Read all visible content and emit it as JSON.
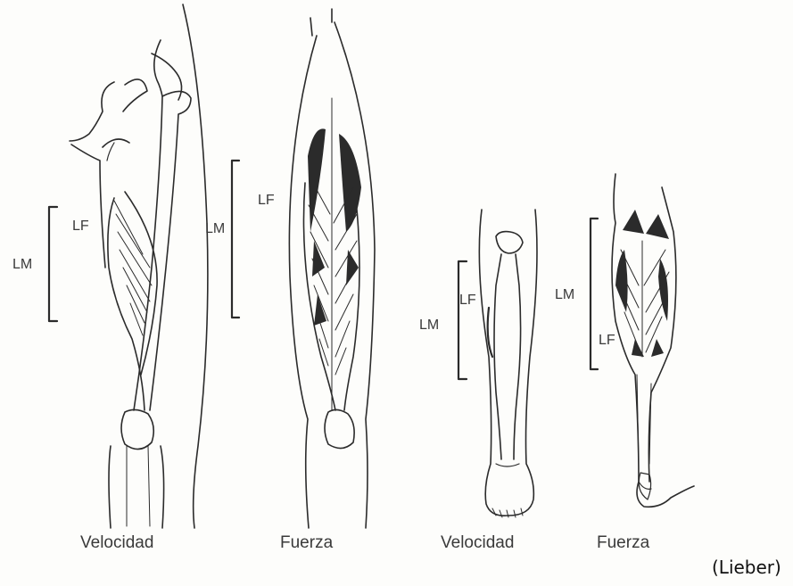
{
  "figures": [
    {
      "id": "thigh-velocity",
      "caption": "Velocidad",
      "lm_label": "LM",
      "lf_label": "LF"
    },
    {
      "id": "thigh-force",
      "caption": "Fuerza",
      "lm_label": "LM",
      "lf_label": "LF"
    },
    {
      "id": "leg-velocity",
      "caption": "Velocidad",
      "lm_label": "LM",
      "lf_label": "LF"
    },
    {
      "id": "leg-force",
      "caption": "Fuerza",
      "lm_label": "LM",
      "lf_label": "LF"
    }
  ],
  "credit": "(Lieber)"
}
